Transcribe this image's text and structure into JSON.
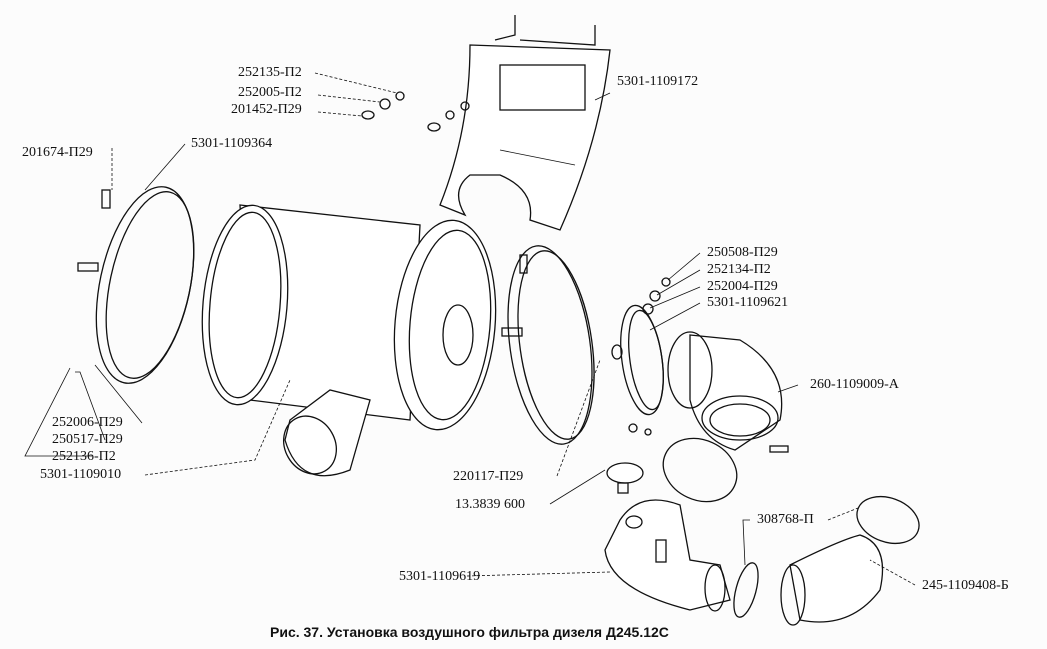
{
  "labels": {
    "p252135": "252135-П2",
    "p252005": "252005-П2",
    "p201452": "201452-П29",
    "p201674": "201674-П29",
    "p5301_1109364": "5301-1109364",
    "p5301_1109172": "5301-1109172",
    "p250508": "250508-П29",
    "p252134": "252134-П2",
    "p252004": "252004-П29",
    "p5301_1109621": "5301-1109621",
    "p260_1109009": "260-1109009-А",
    "p252006": "252006-П29",
    "p250517": "250517-П29",
    "p252136": "252136-П2",
    "p5301_1109010": "5301-1109010",
    "p220117": "220117-П29",
    "p13_3839": "13.3839 600",
    "p308768": "308768-П",
    "p5301_1109619": "5301-1109619",
    "p245_1109408": "245-1109408-Б"
  },
  "caption": "Рис. 37. Установка воздушного фильтра дизеля Д245.12С"
}
